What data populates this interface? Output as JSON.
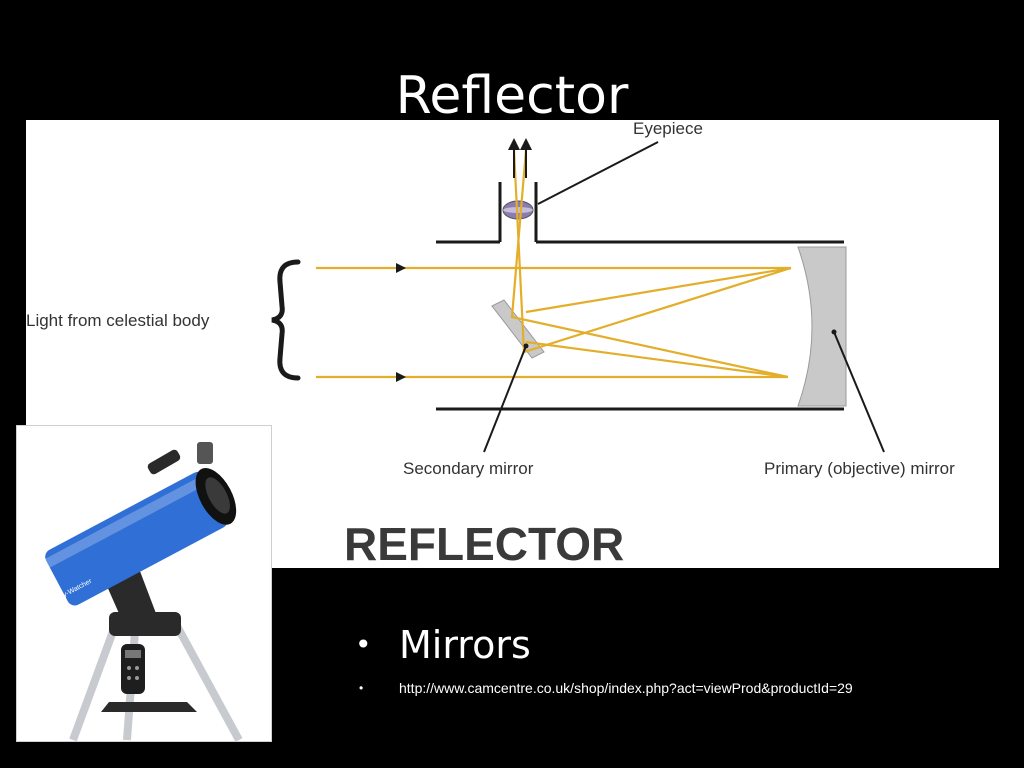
{
  "slide": {
    "title": "Reflector"
  },
  "diagram": {
    "labels": {
      "eyepiece": "Eyepiece",
      "light_source": "Light from celestial body",
      "secondary_mirror": "Secondary mirror",
      "primary_mirror": "Primary (objective) mirror",
      "caption": "REFLECTOR"
    },
    "colors": {
      "light_ray": "#E3AE2A",
      "mirror_gray": "#C9C9C9",
      "tube_line": "#1a1a1a",
      "lens_purple": "#8C7BB0"
    }
  },
  "photo": {
    "brand_text": "Sky-Watcher",
    "colors": {
      "tube_blue": "#2F6FD6",
      "mount_black": "#2a2a2a",
      "tripod_silver": "#C7CBD0"
    }
  },
  "bullets": [
    {
      "text": "Mirrors"
    },
    {
      "text": "http://www.camcentre.co.uk/shop/index.php?act=viewProd&productId=29"
    }
  ]
}
